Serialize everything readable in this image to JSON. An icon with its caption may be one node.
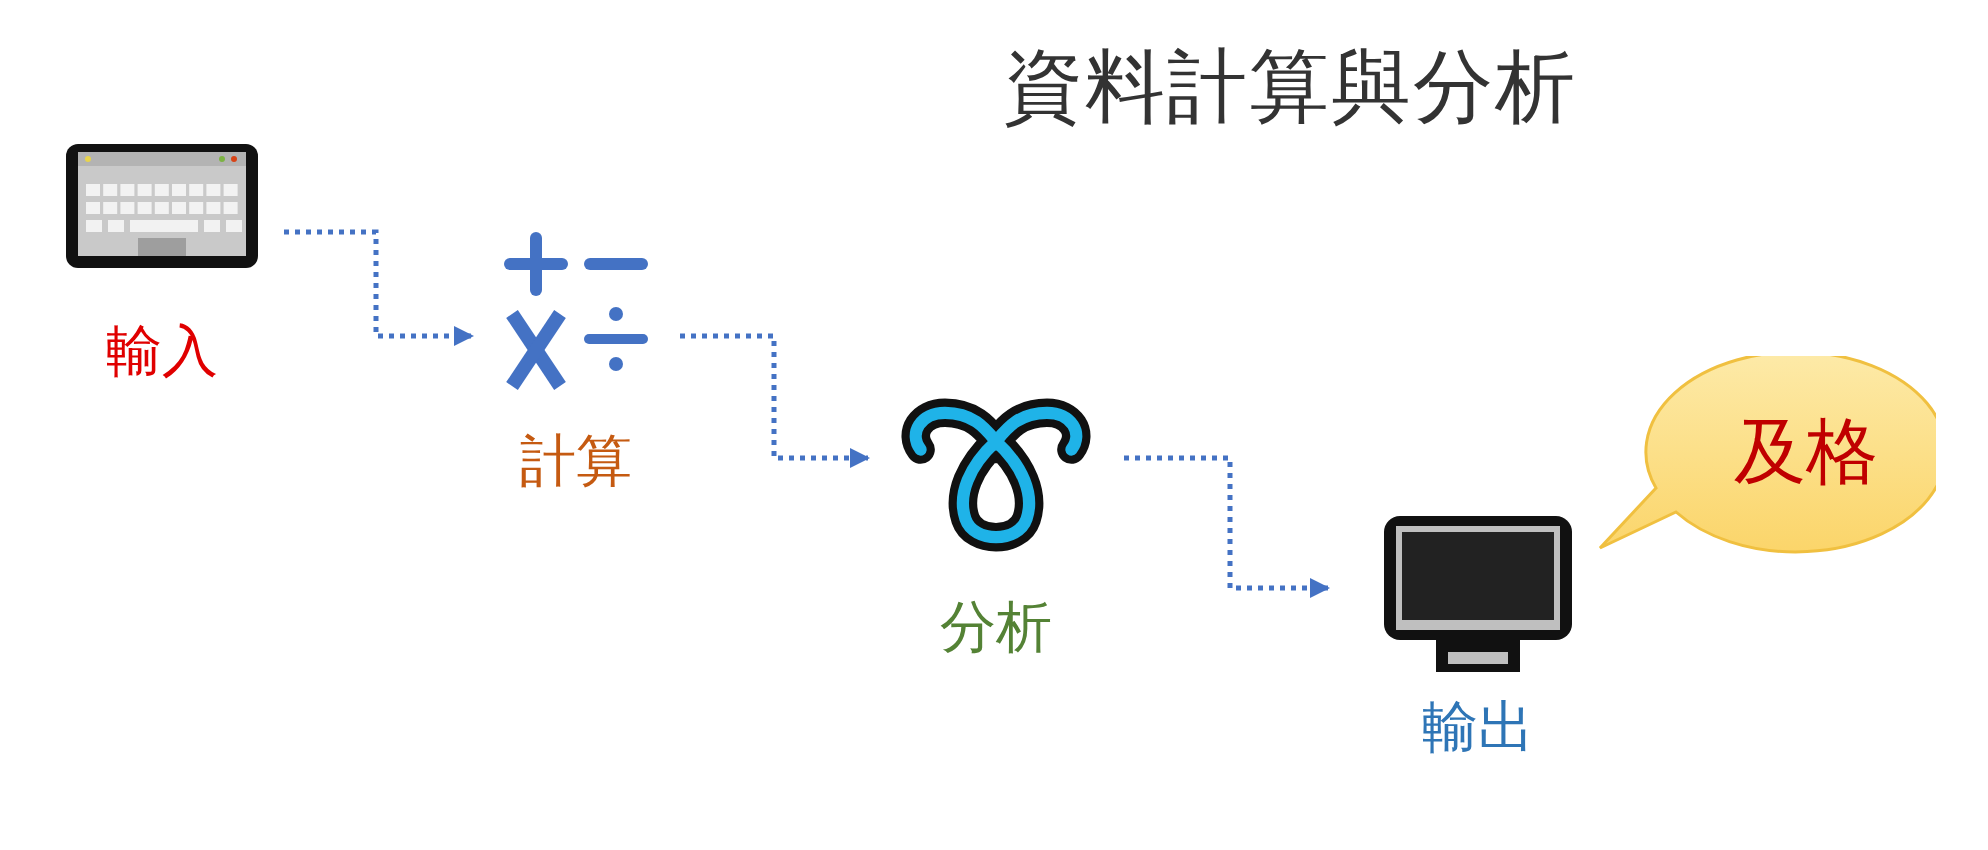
{
  "diagram": {
    "title": "資料計算與分析",
    "nodes": [
      {
        "text": [
          "輸入"
        ]
      },
      {
        "text": [
          "計算"
        ]
      },
      {
        "text": [
          "分析"
        ]
      },
      {
        "text": [
          "輸出"
        ]
      },
      {
        "text": [
          "及格"
        ]
      }
    ],
    "edges": [
      {
        "from": 0,
        "to": 1,
        "arrow": "to",
        "style": "dashed"
      },
      {
        "from": 1,
        "to": 2,
        "arrow": "to",
        "style": "dashed"
      },
      {
        "from": 2,
        "to": 3,
        "arrow": "to",
        "style": "dashed"
      }
    ]
  }
}
